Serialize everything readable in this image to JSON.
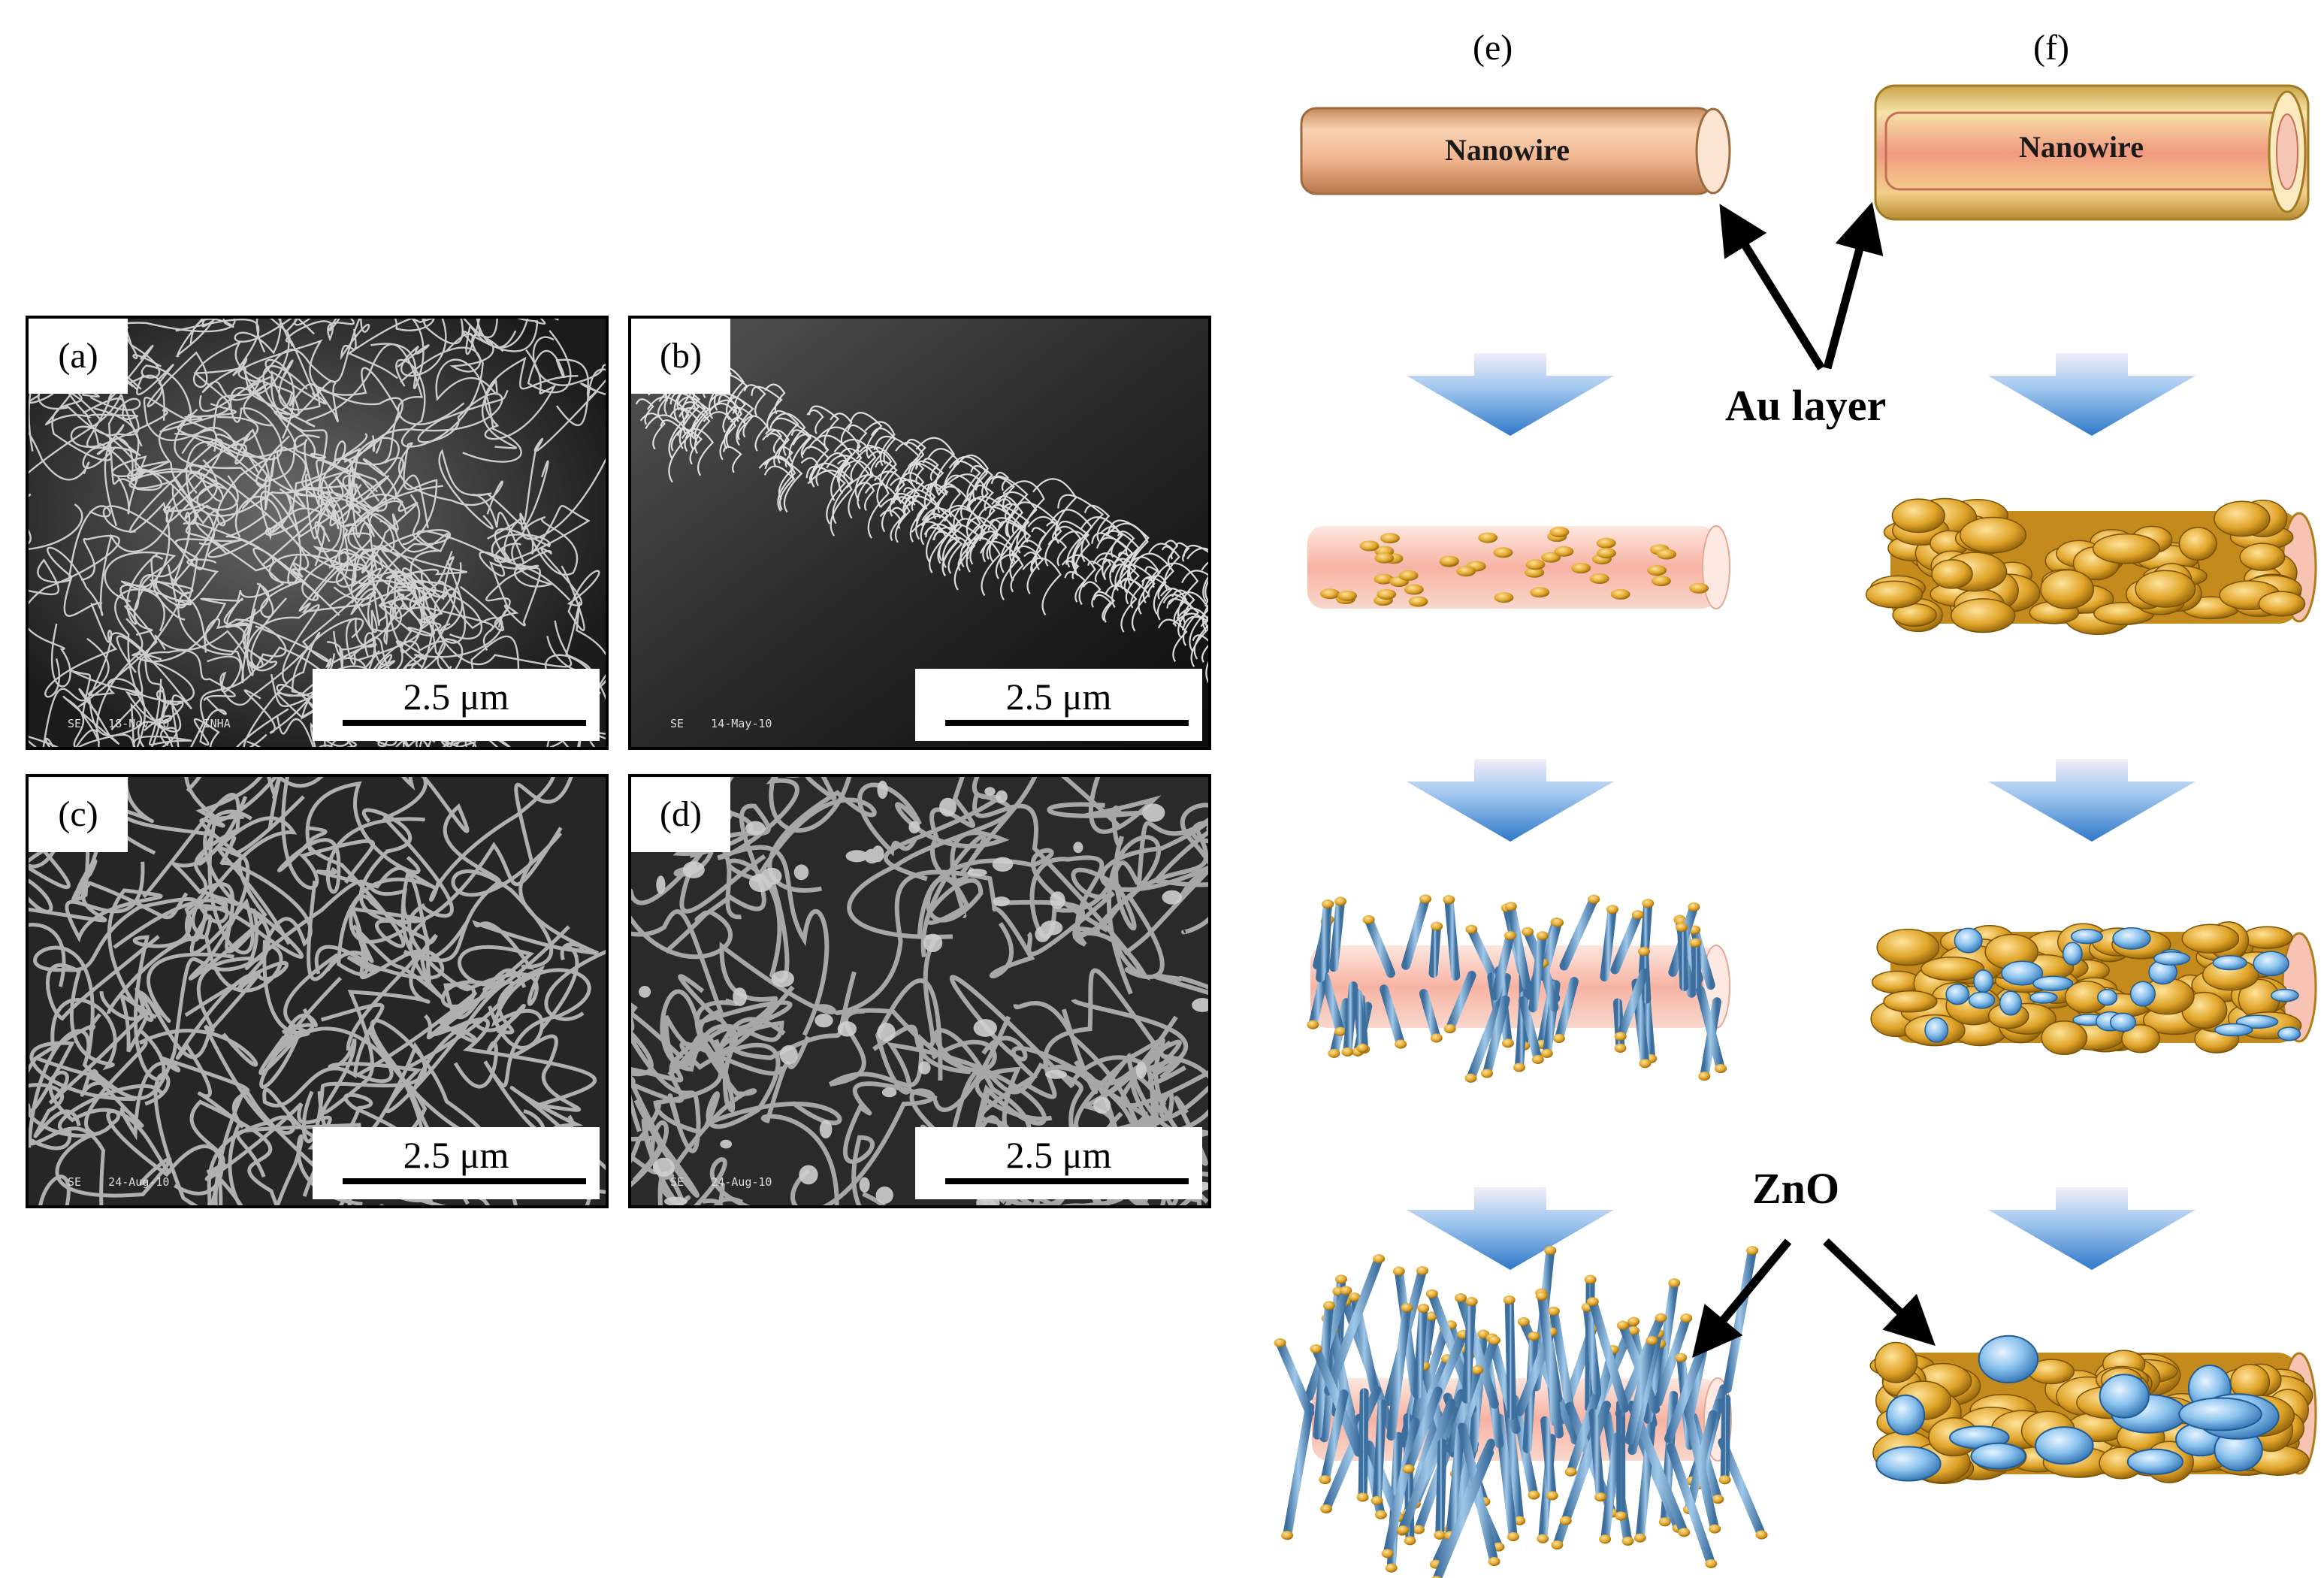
{
  "panels": [
    {
      "label": "(a)",
      "scale": "2.5 μm",
      "footer": "SE    18-Nov-10     INHA"
    },
    {
      "label": "(b)",
      "scale": "2.5 μm",
      "footer": "SE    14-May-10"
    },
    {
      "label": "(c)",
      "scale": "2.5 μm",
      "footer": "SE    24-Aug-10"
    },
    {
      "label": "(d)",
      "scale": "2.5 μm",
      "footer": "SE    24-Aug-10"
    }
  ],
  "columns": {
    "e": "(e)",
    "f": "(f)"
  },
  "nanowire_label": "Nanowire",
  "callouts": {
    "au_layer": "Au layer",
    "zno": "ZnO"
  }
}
